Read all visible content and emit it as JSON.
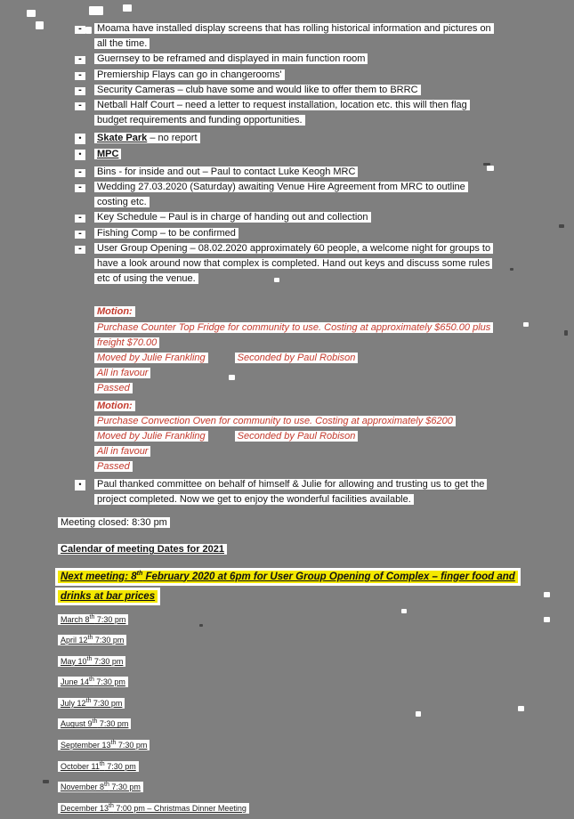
{
  "glyphs": {
    "dash": "-",
    "dot": "•"
  },
  "colors": {
    "background": "#7f7f7f",
    "red_text": "#c43b2e",
    "highlight_yellow": "#f4e800",
    "text_box": "#fdfdfd"
  },
  "bullets": [
    {
      "marker": "dash",
      "lines": [
        "Moama have installed display screens that has rolling historical information and pictures on",
        "all the time."
      ]
    },
    {
      "marker": "dash",
      "lines": [
        "Guernsey to be reframed and displayed in main function room"
      ]
    },
    {
      "marker": "dash",
      "lines": [
        "Premiership Flays can go in changerooms'"
      ]
    },
    {
      "marker": "dash",
      "lines": [
        "Security Cameras – club have some and would like to offer them to BRRC"
      ]
    },
    {
      "marker": "dash",
      "lines": [
        "Netball Half Court – need a letter to request installation, location etc. this will then flag",
        "budget requirements and funding opportunities."
      ]
    },
    {
      "marker": "dot",
      "bold": "Skate Park",
      "rest": " – no report"
    },
    {
      "marker": "dot",
      "bold": "MPC"
    },
    {
      "marker": "dash",
      "lines": [
        "Bins - for inside and out – Paul to contact Luke Keogh MRC"
      ]
    },
    {
      "marker": "dash",
      "lines": [
        "Wedding 27.03.2020 (Saturday) awaiting Venue Hire Agreement from MRC to outline",
        "costing etc."
      ]
    },
    {
      "marker": "dash",
      "lines": [
        "Key Schedule – Paul is in charge of handing out and collection"
      ]
    },
    {
      "marker": "dash",
      "lines": [
        "Fishing Comp – to be confirmed"
      ]
    },
    {
      "marker": "dash",
      "lines": [
        "User Group Opening – 08.02.2020 approximately 60 people, a welcome night for groups to",
        "have a look around now that complex is completed. Hand out keys and discuss some rules",
        "etc of using the venue."
      ]
    }
  ],
  "motion1": {
    "label": "Motion:",
    "lines": [
      "Purchase Counter Top Fridge for community to use. Costing at approximately $650.00 plus",
      "freight $70.00"
    ],
    "moved": "Moved by Julie Frankling",
    "seconded": "Seconded by Paul Robison",
    "favour": "All in favour",
    "passed": "Passed"
  },
  "motion2": {
    "label": "Motion:",
    "lines": [
      "Purchase Convection Oven for community to use. Costing at approximately $6200"
    ],
    "moved": "Moved by Julie Frankling",
    "seconded": "Seconded by Paul Robison",
    "favour": "All in favour",
    "passed": "Passed"
  },
  "thanks": {
    "marker": "dot",
    "lines": [
      "Paul thanked committee on behalf of himself & Julie for allowing and trusting us to get the",
      "project completed. Now we get to enjoy the wonderful facilities available."
    ]
  },
  "closing": "Meeting closed: 8:30 pm",
  "calendar_title": "Calendar of meeting Dates for 2021",
  "next_meeting": {
    "line1_pre": "Next meeting:  8",
    "line1_sup": "th",
    "line1_post": " February 2020 at 6pm for User Group Opening of Complex – finger food and",
    "line2": "drinks at bar prices"
  },
  "calendar": [
    {
      "pre": "March 8",
      "sup": "th",
      "post": " 7:30 pm"
    },
    {
      "pre": "April 12",
      "sup": "th",
      "post": " 7:30 pm"
    },
    {
      "pre": "May 10",
      "sup": "th",
      "post": " 7:30 pm"
    },
    {
      "pre": "June 14",
      "sup": "th",
      "post": " 7:30 pm"
    },
    {
      "pre": "July 12",
      "sup": "th",
      "post": " 7:30 pm"
    },
    {
      "pre": "August 9",
      "sup": "th",
      "post": " 7:30 pm"
    },
    {
      "pre": "September 13",
      "sup": "th",
      "post": " 7:30 pm"
    },
    {
      "pre": "October 11",
      "sup": "th",
      "post": " 7:30 pm"
    },
    {
      "pre": "November 8",
      "sup": "th",
      "post": " 7:30 pm"
    },
    {
      "pre": "December 13",
      "sup": "th",
      "post": " 7:00 pm – Christmas Dinner Meeting"
    }
  ]
}
